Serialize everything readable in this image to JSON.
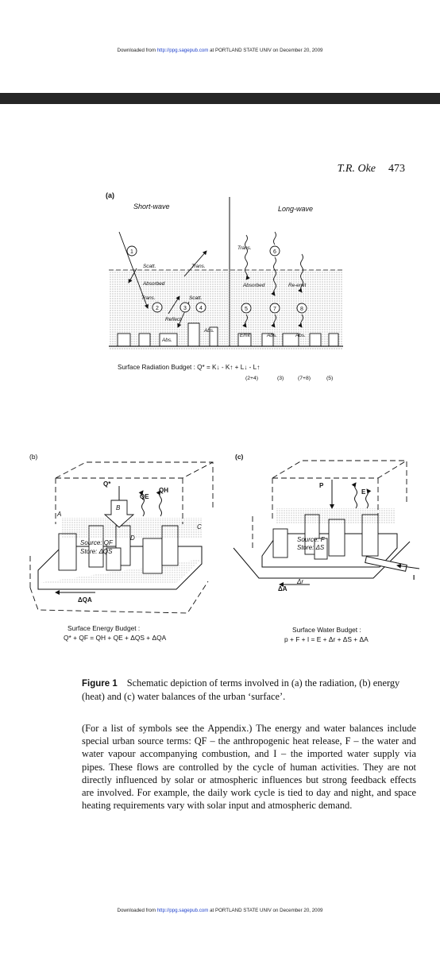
{
  "download_notice": {
    "prefix": "Downloaded from ",
    "url": "http://ppg.sagepub.com",
    "suffix": " at PORTLAND STATE UNIV on December 20, 2009"
  },
  "running_head": {
    "author": "T.R. Oke",
    "page": "473"
  },
  "figure": {
    "panel_a": {
      "label": "(a)",
      "shortwave_title": "Short-wave",
      "longwave_title": "Long-wave",
      "numbers": [
        "1",
        "2",
        "3",
        "4",
        "5",
        "6",
        "7",
        "8"
      ],
      "labels": {
        "scatt": "Scatt.",
        "trans": "Trans.",
        "absorbed": "Absorbed",
        "trans2": "Trans.",
        "scatt2": "Scatt.",
        "reflect": "Reflect",
        "abs1": "Abs.",
        "abs2": "Abs.",
        "trans_lw": "Trans.",
        "absorbed_lw": "Absorbed",
        "reemit": "Re-emit",
        "emit": "Emit",
        "abs_lw1": "Abs.",
        "abs_lw2": "Abs."
      },
      "budget_label": "Surface Radiation Budget : Q* = K↓ - K↑ + L↓ - L↑",
      "budget_terms": [
        "(2+4)",
        "(3)",
        "(7+8)",
        "(5)"
      ]
    },
    "panel_b": {
      "label": "(b)",
      "labels": {
        "qstar": "Q*",
        "qe": "QE",
        "qh": "QH",
        "a": "A",
        "b": "B",
        "c": "C",
        "d": "D",
        "source": "Source: QF",
        "store": "Store: ΔQS",
        "dqa": "ΔQA"
      },
      "budget_title": "Surface Energy Budget :",
      "budget_eq": "Q* + QF = QH + QE + ΔQS + ΔQA"
    },
    "panel_c": {
      "label": "(c)",
      "labels": {
        "p": "P",
        "e": "E",
        "source": "Source: F",
        "store": "Store: ΔS",
        "ar": "Δr",
        "da": "ΔA",
        "i": "I"
      },
      "budget_title": "Surface Water Budget :",
      "budget_eq": "p + F + I = E + Δr + ΔS + ΔA"
    }
  },
  "caption": {
    "label": "Figure 1",
    "text": "Schematic depiction of terms involved in (a) the radiation, (b) energy (heat) and (c) water balances of the urban ‘surface’."
  },
  "body_text": "(For a list of symbols see the Appendix.) The energy and water balances include special urban source terms: QF – the anthropogenic heat release, F – the water and water vapour accompanying combustion, and I – the imported water supply via pipes. These flows are controlled by the cycle of human activities. They are not directly influenced by solar or atmospheric influences but strong feedback effects are involved. For example, the daily work cycle is tied to day and night, and space heating requirements vary with solar input and atmospheric demand."
}
